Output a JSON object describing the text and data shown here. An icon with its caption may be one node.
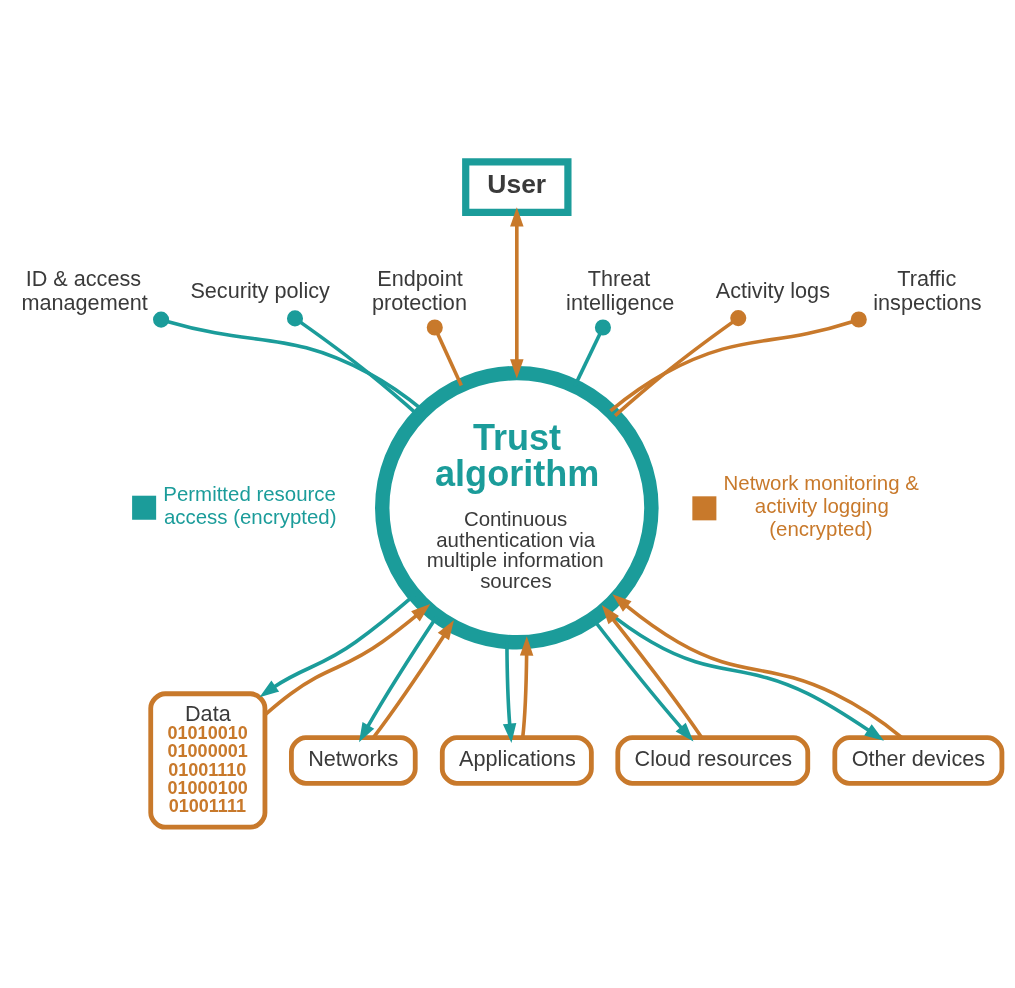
{
  "diagram": {
    "nodes": [
      {
        "text": [
          "User"
        ]
      },
      {
        "text": [
          "Trust algorithm",
          "Continuous authentication via multiple information sources"
        ]
      },
      {
        "text": [
          "ID & access management"
        ]
      },
      {
        "text": [
          "Security policy"
        ]
      },
      {
        "text": [
          "Endpoint protection"
        ]
      },
      {
        "text": [
          "Threat intelligence"
        ]
      },
      {
        "text": [
          "Activity logs"
        ]
      },
      {
        "text": [
          "Traffic inspections"
        ]
      },
      {
        "text": [
          "Data",
          "01010010 01000001 01001110 01000100 01001111"
        ]
      },
      {
        "text": [
          "Networks"
        ]
      },
      {
        "text": [
          "Applications"
        ]
      },
      {
        "text": [
          "Cloud resources"
        ]
      },
      {
        "text": [
          "Other devices"
        ]
      }
    ],
    "edges": [
      {
        "from": 0,
        "to": 1,
        "arrow": "both",
        "color": "#c8792b"
      },
      {
        "from": 2,
        "to": 1,
        "arrow": "other",
        "color": "#1b9c9a"
      },
      {
        "from": 3,
        "to": 1,
        "arrow": "other",
        "color": "#1b9c9a"
      },
      {
        "from": 4,
        "to": 1,
        "arrow": "other",
        "color": "#c8792b"
      },
      {
        "from": 5,
        "to": 1,
        "arrow": "other",
        "color": "#1b9c9a"
      },
      {
        "from": 6,
        "to": 1,
        "arrow": "other",
        "color": "#c8792b"
      },
      {
        "from": 7,
        "to": 1,
        "arrow": "other",
        "color": "#c8792b"
      },
      {
        "from": 1,
        "to": 8,
        "arrow": "to",
        "color": "#1b9c9a"
      },
      {
        "from": 8,
        "to": 1,
        "arrow": "to",
        "color": "#c8792b"
      },
      {
        "from": 1,
        "to": 9,
        "arrow": "to",
        "color": "#1b9c9a"
      },
      {
        "from": 9,
        "to": 1,
        "arrow": "to",
        "color": "#c8792b"
      },
      {
        "from": 1,
        "to": 10,
        "arrow": "to",
        "color": "#1b9c9a"
      },
      {
        "from": 10,
        "to": 1,
        "arrow": "to",
        "color": "#c8792b"
      },
      {
        "from": 1,
        "to": 11,
        "arrow": "to",
        "color": "#1b9c9a"
      },
      {
        "from": 11,
        "to": 1,
        "arrow": "to",
        "color": "#c8792b"
      },
      {
        "from": 1,
        "to": 12,
        "arrow": "to",
        "color": "#1b9c9a"
      },
      {
        "from": 12,
        "to": 1,
        "arrow": "to",
        "color": "#c8792b"
      }
    ],
    "legend": [
      {
        "text": "Permitted resource access (encrypted)",
        "color": "#1b9c9a"
      },
      {
        "text": "Network monitoring & activity logging (encrypted)",
        "color": "#c8792b"
      }
    ]
  }
}
